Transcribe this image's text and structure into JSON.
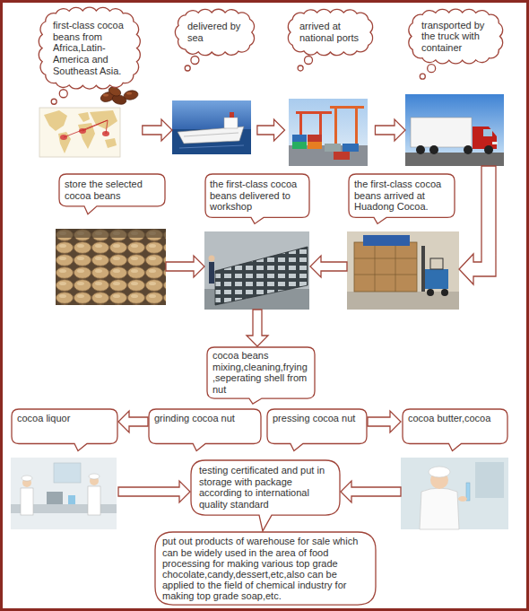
{
  "diagram": {
    "nodes": [
      {
        "text": [
          "first-class cocoa beans from Africa,Latin-America and Southeast Asia."
        ]
      },
      {
        "text": [
          "delivered by sea"
        ]
      },
      {
        "text": [
          "arrived at national ports"
        ]
      },
      {
        "text": [
          "transported by the truck with container"
        ]
      },
      {
        "text": [
          "store the selected cocoa beans"
        ]
      },
      {
        "text": [
          "the first-class cocoa beans delivered to workshop"
        ]
      },
      {
        "text": [
          "the first-class cocoa beans arrived at Huadong Cocoa."
        ]
      },
      {
        "text": [
          "cocoa beans mixing,cleaning,frying,seperating shell from nut"
        ]
      },
      {
        "text": [
          "cocoa liquor"
        ]
      },
      {
        "text": [
          "grinding cocoa nut"
        ]
      },
      {
        "text": [
          "pressing cocoa nut"
        ]
      },
      {
        "text": [
          "cocoa butter,cocoa"
        ]
      },
      {
        "text": [
          "testing certificated and put in storage with package according to international quality standard"
        ]
      },
      {
        "text": [
          "put out products of warehouse for sale which can be widely used in the area of food processing for making various top grade chocolate,candy,dessert,etc,also can be applied to the field of chemical industry for making top grade soap,etc."
        ]
      }
    ],
    "edges": [
      {
        "from": 0,
        "to": 1,
        "arrow": "to"
      },
      {
        "from": 1,
        "to": 2,
        "arrow": "to"
      },
      {
        "from": 2,
        "to": 3,
        "arrow": "to"
      },
      {
        "from": 3,
        "to": 6,
        "arrow": "to"
      },
      {
        "from": 4,
        "to": 5,
        "arrow": "to"
      },
      {
        "from": 6,
        "to": 5,
        "arrow": "to"
      },
      {
        "from": 5,
        "to": 7,
        "arrow": "to"
      },
      {
        "from": 9,
        "to": 8,
        "arrow": "to"
      },
      {
        "from": 10,
        "to": 11,
        "arrow": "to"
      },
      {
        "from": 8,
        "to": 12,
        "arrow": "to"
      },
      {
        "from": 11,
        "to": 12,
        "arrow": "to"
      }
    ]
  }
}
